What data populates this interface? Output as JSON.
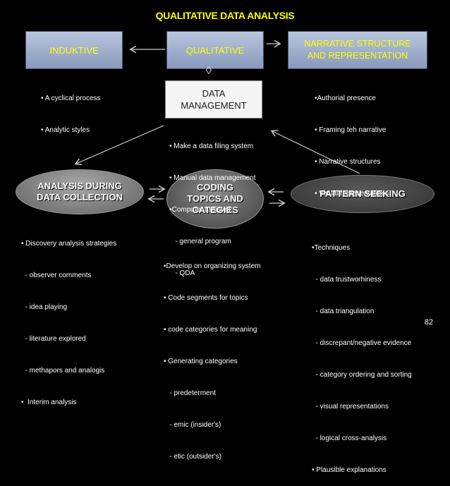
{
  "title": "QUALITATIVE DATA ANALYSIS",
  "boxes": {
    "induktive": "INDUKTIVE",
    "qualitative": "QUALITATIVE",
    "narrative": "NARRATIVE STRUCTURE AND REPRESENTATION",
    "data_management": "DATA MANAGEMENT"
  },
  "ellipses": {
    "analysis": "ANALYSIS DURING DATA COLLECTION",
    "coding": "CODING TOPICS AND CATEGIES",
    "pattern": "PATTERN SEEKING"
  },
  "lists": {
    "induktive": [
      "• A cyclical process",
      "• Analytic styles"
    ],
    "narrative": [
      "•Authorial presence",
      "• Framing teh narrative",
      "• Narrative structures",
      "• Visual representations"
    ],
    "data_management": [
      "• Make a data filing system",
      "• Manual data management",
      "•Computer assisted:",
      "   - general program",
      "   - QDA"
    ],
    "analysis": [
      "• Discovery analysis strategies",
      "  - observer comments",
      "  - idea playing",
      "  - literature explored",
      "  - methapors and analogis",
      "•  Interim analysis"
    ],
    "coding": [
      "•Develop on organizing system",
      "• Code segments for topics",
      "• code categories for meaning",
      "• Generating categories",
      "   - predeterment",
      "   - emic (insider's)",
      "   - etic (outsider's)"
    ],
    "pattern": [
      "•Techniques",
      "  - data trustworhiness",
      "  - data triangulation",
      "  - discrepant/negative evidence",
      "  - category ordering and sorting",
      "  - visual representations",
      "  - logical cross-analysis",
      "• Plausible explanations"
    ]
  },
  "arrows": {
    "left": "⟵",
    "right": "⟶",
    "diamond": "◊",
    "arrow_right_head": "→",
    "arrow_left_head": "←"
  },
  "page_number": "82",
  "colors": {
    "background": "#000000",
    "title": "#ffff00",
    "box_text": "#ffff00"
  }
}
